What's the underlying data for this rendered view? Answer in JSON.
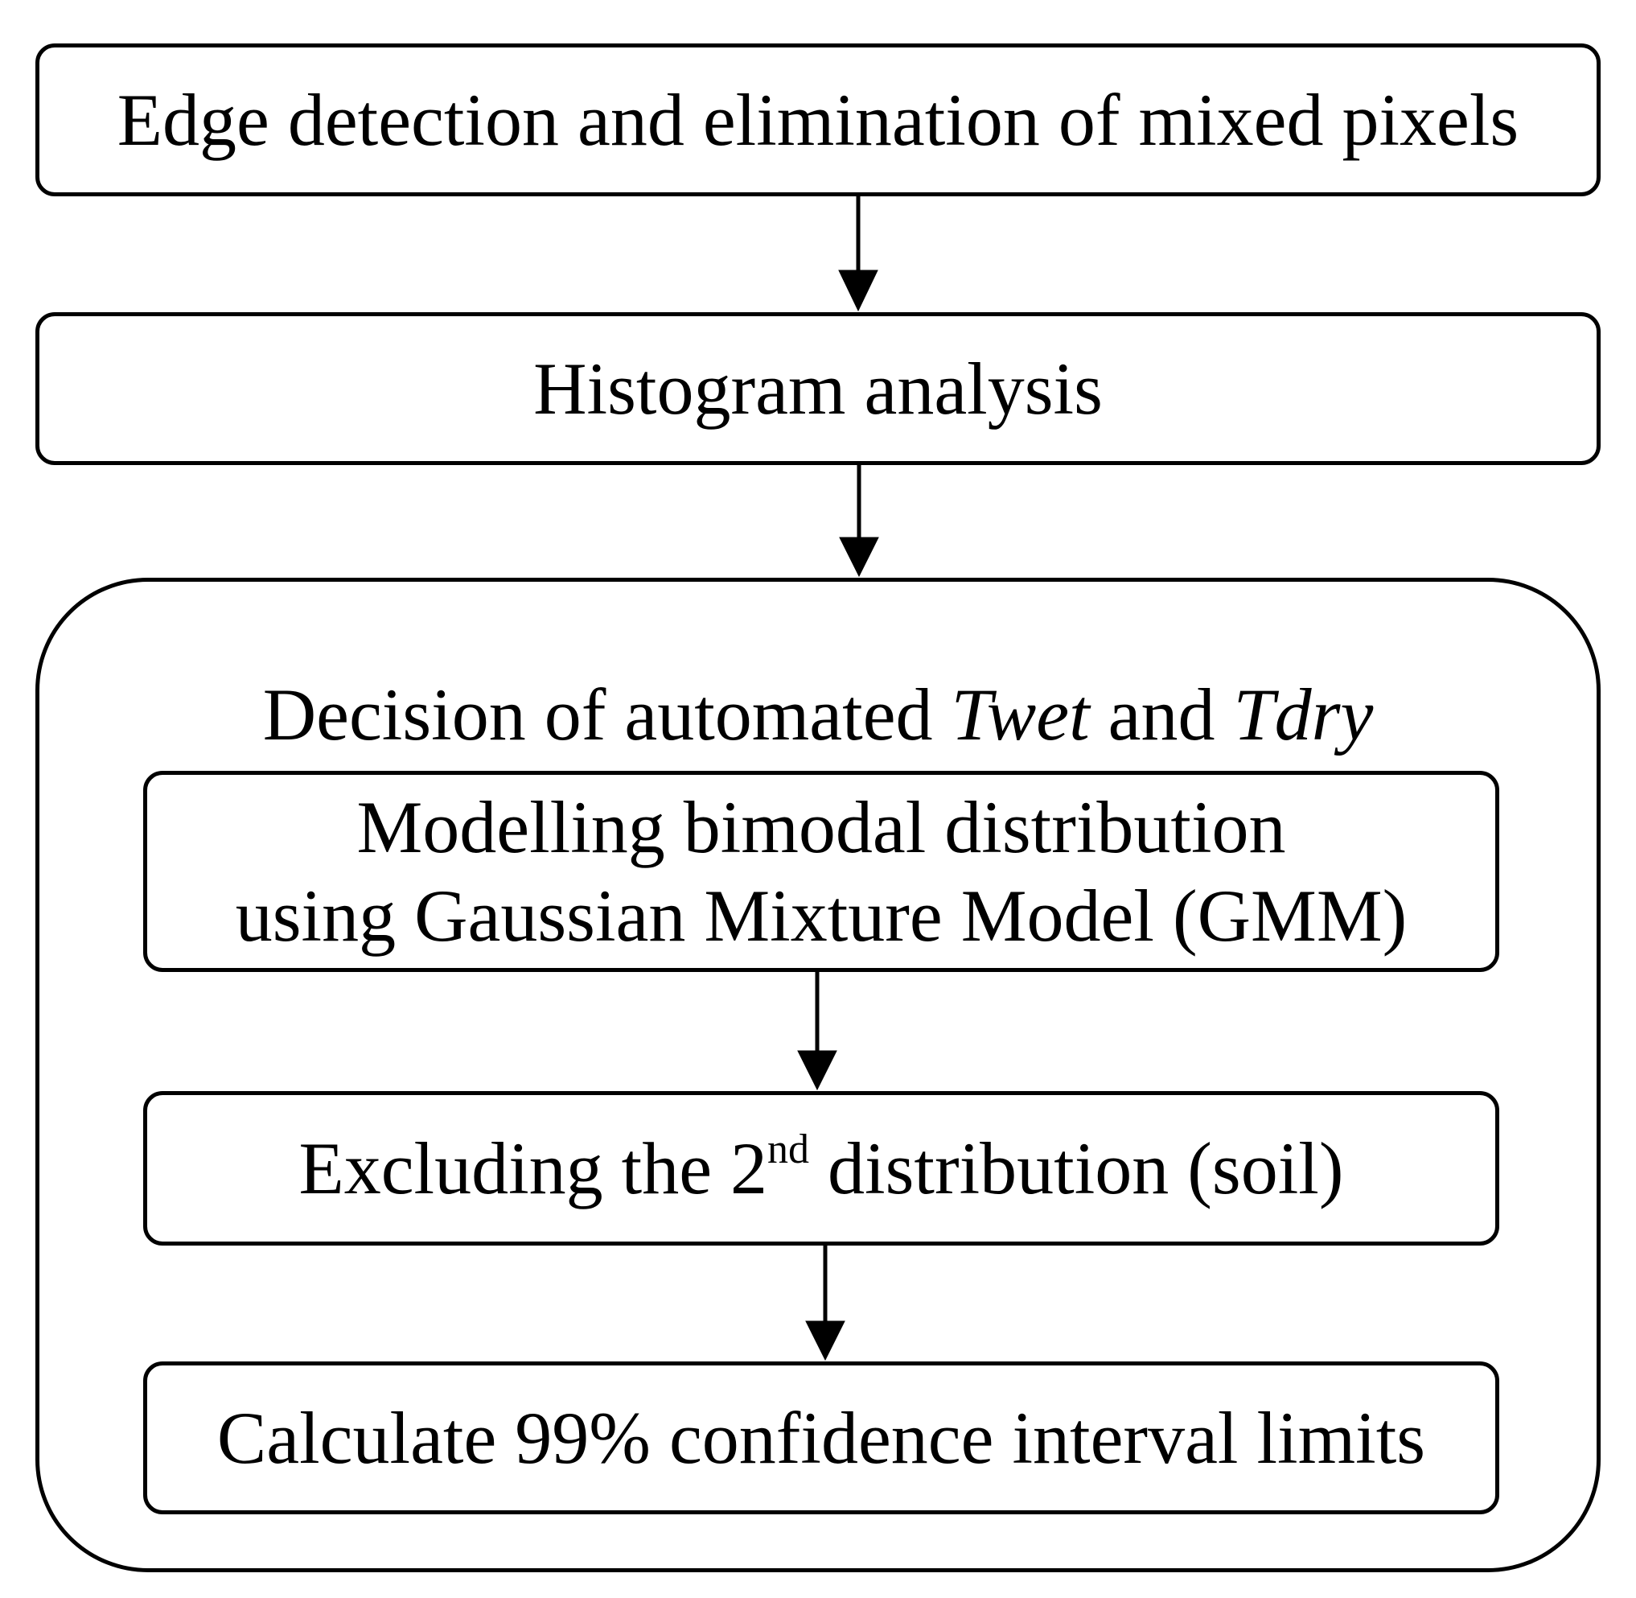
{
  "steps": {
    "edge_detection": "Edge detection and elimination of mixed pixels",
    "histogram": "Histogram analysis"
  },
  "decision_group": {
    "title_prefix": "Decision of automated ",
    "title_var1": "Twet",
    "title_and": " and ",
    "title_var2": "Tdry",
    "modelling_line1": "Modelling bimodal distribution",
    "modelling_line2": "using Gaussian Mixture Model (GMM)",
    "excluding_prefix": "Excluding the 2",
    "excluding_sup": "nd",
    "excluding_suffix": " distribution (soil)",
    "calculate": "Calculate 99% confidence interval limits"
  }
}
